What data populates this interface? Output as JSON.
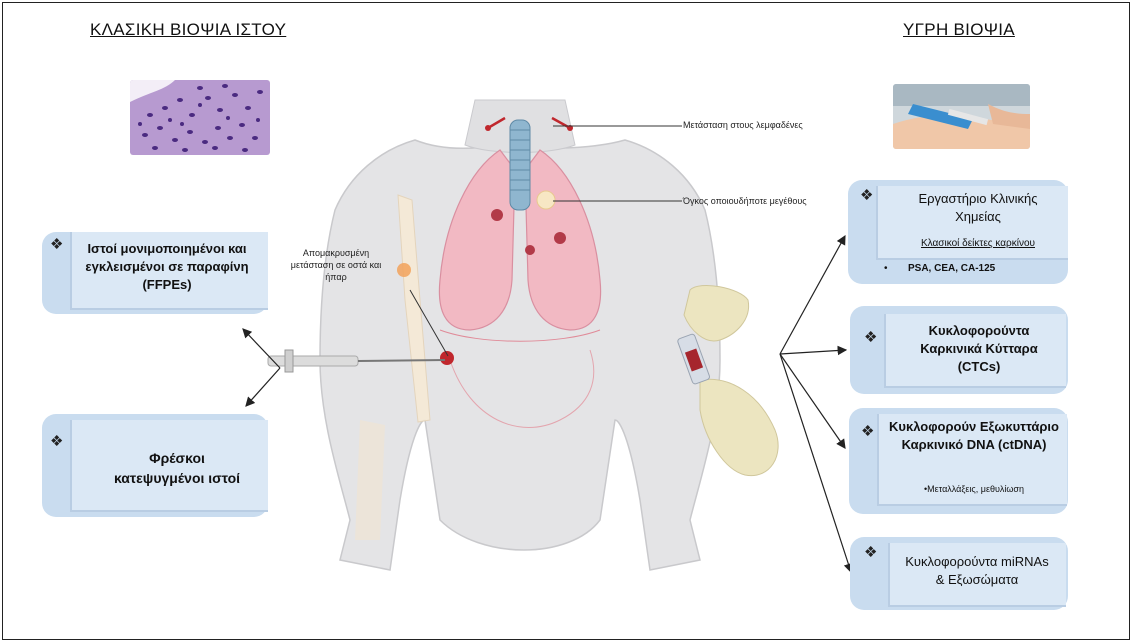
{
  "left_heading": "ΚΛΑΣΙΚΗ ΒΙΟΨΙΑ ΙΣΤΟΥ",
  "right_heading": "ΥΓΡΗ ΒΙΟΨΙΑ",
  "bullet_symbol": "❖",
  "left_cards": {
    "ffpe": "Ιστοί μονιμοποιημένοι και εγκλεισμένοι σε παραφίνη (FFPEs)",
    "frozen": "Φρέσκοι κατεψυγμένοι ιστοί"
  },
  "right_cards": {
    "clinical_chem_title": "Εργαστήριο Κλινικής Χημείας",
    "clinical_chem_sub": "Κλασικοί δείκτες καρκίνου",
    "clinical_chem_markers": "PSA, CEA, CA-125",
    "ctc": "Κυκλοφορούντα Καρκινικά Κύτταρα (CTCs)",
    "ctdna_title": "Κυκλοφορούν Εξωκυττάριο Καρκινικό DNA (ctDNA)",
    "ctdna_sub": "•Μεταλλάξεις, μεθυλίωση",
    "mirna": "Κυκλοφορούντα miRNAs  & Εξωσώματα"
  },
  "annotations": {
    "lymph": "Μετάσταση στους λεμφαδένες",
    "tumor": "Όγκος οποιουδήποτε μεγέθους",
    "distant": "Απομακρυσμένη μετάσταση σε οστά και ήπαρ"
  }
}
